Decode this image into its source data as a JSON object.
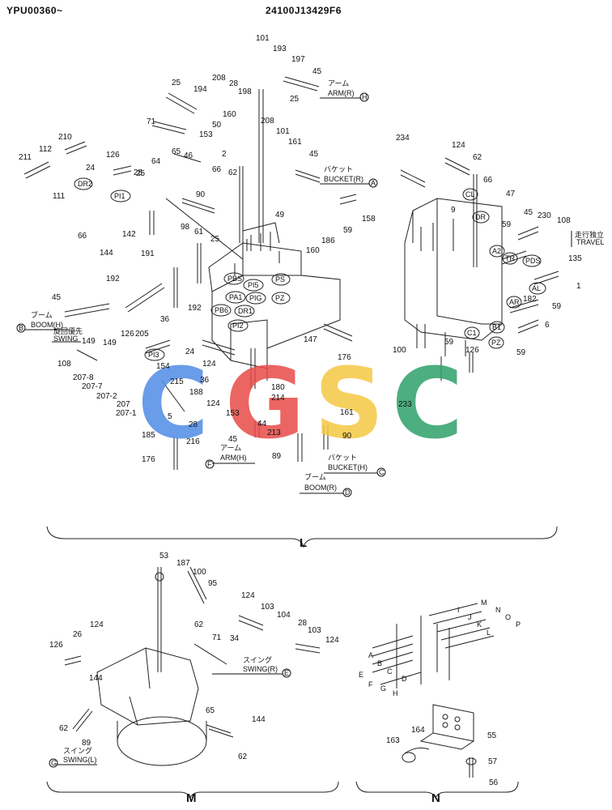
{
  "header": {
    "model_range": "YPU00360~",
    "drawing_no": "24100J13429F6"
  },
  "watermark": {
    "letters": [
      "C",
      "G",
      "S",
      "C"
    ],
    "colors": [
      "#4f8be6",
      "#e84b48",
      "#f5c842",
      "#2fa06a"
    ]
  },
  "sections": {
    "L": "L",
    "M": "M",
    "N": "N"
  },
  "callouts": {
    "arm_r": {
      "jp": "アーム",
      "text": "ARM(R)",
      "tag": "H"
    },
    "bucket_r": {
      "jp": "バケット",
      "text": "BUCKET(R)",
      "tag": "A"
    },
    "travel": {
      "jp": "走行独立",
      "text": "TRAVEL"
    },
    "boom_h": {
      "jp": "ブーム",
      "text": "BOOM(H)",
      "tag": "B"
    },
    "swing_prio": {
      "jp": "旋回優先",
      "text": "SWING"
    },
    "arm_h": {
      "jp": "アーム",
      "text": "ARM(H)",
      "tag": "F"
    },
    "boom_r": {
      "jp": "ブーム",
      "text": "BOOM(R)",
      "tag": "D"
    },
    "bucket_h": {
      "jp": "バケット",
      "text": "BUCKET(H)",
      "tag": "C"
    },
    "swing_r": {
      "jp": "スイング",
      "text": "SWING(R)",
      "tag": "E"
    },
    "swing_l": {
      "jp": "スイング",
      "text": "SWING(L)",
      "tag": "G"
    }
  },
  "ports": [
    "DR2",
    "PI1",
    "PBS",
    "PI5",
    "PS",
    "PA1",
    "PIG",
    "PZ",
    "PB6",
    "DR1",
    "PI2",
    "PI3",
    "CL",
    "DR",
    "A2",
    "TR",
    "PDS",
    "AL",
    "AR",
    "B1",
    "C1",
    "PZ"
  ],
  "part_numbers_L": [
    "101",
    "193",
    "197",
    "45",
    "25",
    "194",
    "208",
    "28",
    "198",
    "25",
    "71",
    "160",
    "50",
    "208",
    "101",
    "153",
    "65",
    "46",
    "2",
    "161",
    "45",
    "126",
    "24",
    "64",
    "66",
    "62",
    "90",
    "25",
    "98",
    "142",
    "66",
    "61",
    "25",
    "144",
    "191",
    "45",
    "192",
    "36",
    "192",
    "126",
    "205",
    "149",
    "124",
    "24",
    "149",
    "108",
    "154",
    "207-8",
    "207-7",
    "207-2",
    "207",
    "207-1",
    "215",
    "188",
    "28",
    "5",
    "216",
    "185",
    "176",
    "36",
    "180",
    "214",
    "124",
    "153",
    "44",
    "213",
    "45",
    "89",
    "161",
    "90",
    "49",
    "160",
    "186",
    "59",
    "158",
    "147",
    "176",
    "234",
    "124",
    "62",
    "66",
    "47",
    "9",
    "59",
    "45",
    "230",
    "108",
    "135",
    "1",
    "59",
    "182",
    "6",
    "59",
    "100",
    "59",
    "126",
    "233",
    "211",
    "112",
    "210",
    "111",
    "25"
  ],
  "part_numbers_M": [
    "53",
    "187",
    "100",
    "95",
    "124",
    "103",
    "104",
    "28",
    "103",
    "124",
    "62",
    "71",
    "34",
    "126",
    "26",
    "124",
    "144",
    "62",
    "89",
    "65",
    "144",
    "62"
  ],
  "part_numbers_N": [
    "164",
    "55",
    "163",
    "57",
    "56"
  ],
  "letters_N": [
    "A",
    "B",
    "C",
    "D",
    "E",
    "F",
    "G",
    "H",
    "I",
    "J",
    "K",
    "L",
    "M",
    "N",
    "O",
    "P"
  ]
}
